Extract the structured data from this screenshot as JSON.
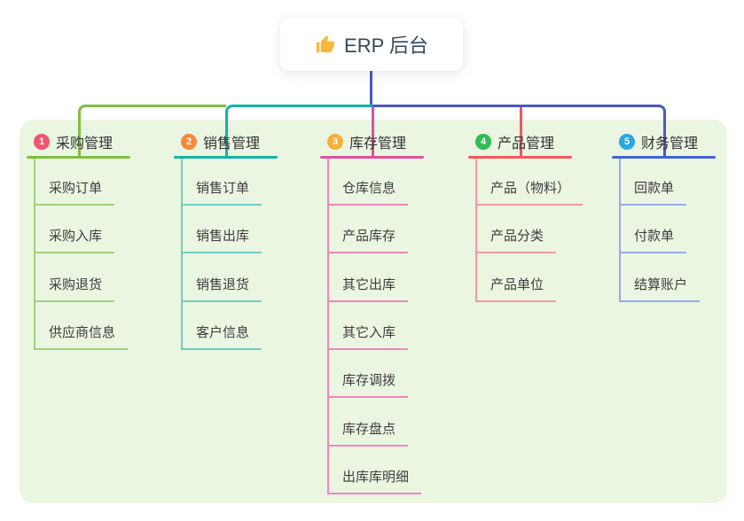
{
  "root": {
    "label": "ERP 后台",
    "icon": "thumbs-up",
    "icon_color": "#f6b93b",
    "connector_color": "#4b58c5"
  },
  "panel": {
    "background": "#eaf6e2"
  },
  "branches": [
    {
      "index": "1",
      "label": "采购管理",
      "badge_color": "#f2536f",
      "line_color": "#7fbf3f",
      "child_line_color": "#9fd07b",
      "children": [
        "采购订单",
        "采购入库",
        "采购退货",
        "供应商信息"
      ]
    },
    {
      "index": "2",
      "label": "销售管理",
      "badge_color": "#f8893c",
      "line_color": "#13b3a5",
      "child_line_color": "#6fcec4",
      "children": [
        "销售订单",
        "销售出库",
        "销售退货",
        "客户信息"
      ]
    },
    {
      "index": "3",
      "label": "库存管理",
      "badge_color": "#f9ae34",
      "line_color": "#e0519d",
      "child_line_color": "#ef87bf",
      "children": [
        "仓库信息",
        "产品库存",
        "其它出库",
        "其它入库",
        "库存调拨",
        "库存盘点",
        "出库库明细"
      ]
    },
    {
      "index": "4",
      "label": "产品管理",
      "badge_color": "#2ebd57",
      "line_color": "#f25858",
      "child_line_color": "#f59b9b",
      "children": [
        "产品（物料）",
        "产品分类",
        "产品单位"
      ]
    },
    {
      "index": "5",
      "label": "财务管理",
      "badge_color": "#2aa7e1",
      "line_color": "#3f63d1",
      "child_line_color": "#97abe9",
      "children": [
        "回款单",
        "付款单",
        "结算账户"
      ]
    }
  ]
}
